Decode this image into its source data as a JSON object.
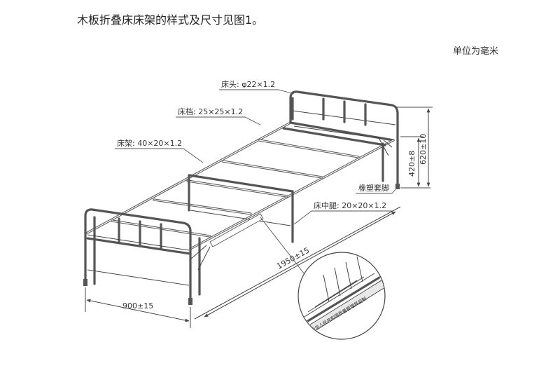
{
  "header": {
    "title": "木板折叠床床架的样式及尺寸见图1。",
    "unit": "单位为毫米"
  },
  "labels": {
    "head_tube": "床头: φ22×1.2",
    "slat": "床档: 25×25×1.2",
    "frame": "床架: 40×20×1.2",
    "rubber_foot": "橡塑套脚",
    "middle_leg": "床中腿: 20×20×1.2"
  },
  "dimensions": {
    "width": "900±15",
    "length": "1950±15",
    "height_frame": "420±8",
    "height_head": "620±10"
  },
  "detail": {
    "plate_text": "中华人民共和国质量管理局监制"
  }
}
